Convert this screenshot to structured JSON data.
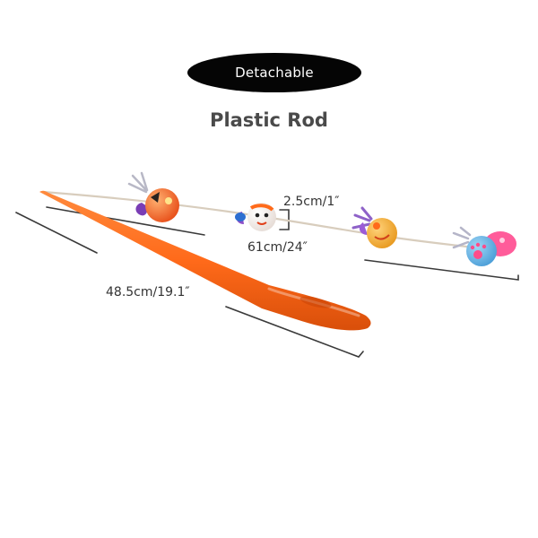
{
  "badge": {
    "label": "Detachable"
  },
  "title": "Plastic Rod",
  "dimensions": {
    "ball_diameter": "2.5cm/1″",
    "string_length": "61cm/24″",
    "rod_length": "48.5cm/19.1″"
  },
  "colors": {
    "rod": "#ff6a1a",
    "string": "#d8cdbd",
    "measure_line": "#3a3a3a",
    "badge": "#050505"
  }
}
